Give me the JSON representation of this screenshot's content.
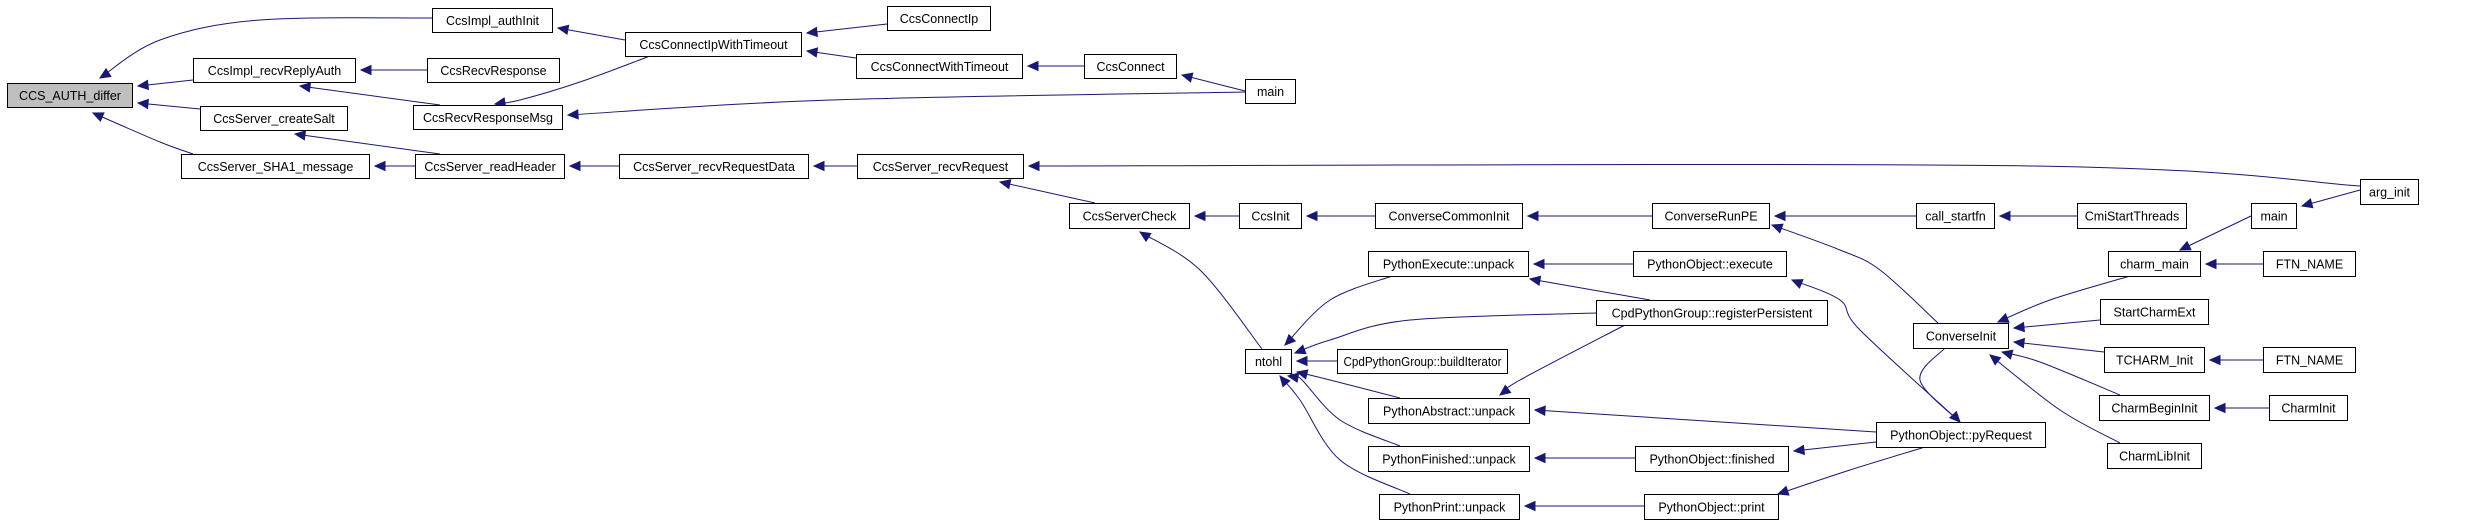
{
  "diagram": {
    "type": "call-graph",
    "root": "CCS_AUTH_differ",
    "colors": {
      "edge": "#191970",
      "root_fill": "#bfbfbf",
      "node_fill": "#ffffff",
      "node_border": "#000000"
    },
    "nodes": [
      {
        "id": "n0",
        "label": "CCS_AUTH_differ",
        "root": true
      },
      {
        "id": "n1",
        "label": "CcsImpl_authInit"
      },
      {
        "id": "n2",
        "label": "CcsImpl_recvReplyAuth"
      },
      {
        "id": "n3",
        "label": "CcsServer_createSalt"
      },
      {
        "id": "n4",
        "label": "CcsServer_SHA1_message"
      },
      {
        "id": "n5",
        "label": "CcsRecvResponse"
      },
      {
        "id": "n6",
        "label": "CcsRecvResponseMsg"
      },
      {
        "id": "n7",
        "label": "CcsServer_readHeader"
      },
      {
        "id": "n8",
        "label": "CcsConnectIpWithTimeout"
      },
      {
        "id": "n9",
        "label": "CcsConnectIp"
      },
      {
        "id": "n10",
        "label": "CcsConnectWithTimeout"
      },
      {
        "id": "n11",
        "label": "CcsConnect"
      },
      {
        "id": "n12",
        "label": "main"
      },
      {
        "id": "n13",
        "label": "CcsServer_recvRequestData"
      },
      {
        "id": "n14",
        "label": "CcsServer_recvRequest"
      },
      {
        "id": "n15",
        "label": "CcsServerCheck"
      },
      {
        "id": "n16",
        "label": "CcsInit"
      },
      {
        "id": "n17",
        "label": "ConverseCommonInit"
      },
      {
        "id": "n18",
        "label": "ConverseRunPE"
      },
      {
        "id": "n19",
        "label": "call_startfn"
      },
      {
        "id": "n20",
        "label": "CmiStartThreads"
      },
      {
        "id": "n21",
        "label": "ntohl"
      },
      {
        "id": "n22",
        "label": "PythonExecute::unpack"
      },
      {
        "id": "n23",
        "label": "PythonObject::execute"
      },
      {
        "id": "n24",
        "label": "CpdPythonGroup::registerPersistent"
      },
      {
        "id": "n25",
        "label": "CpdPythonGroup::buildIterator"
      },
      {
        "id": "n26",
        "label": "PythonAbstract::unpack"
      },
      {
        "id": "n27",
        "label": "PythonFinished::unpack"
      },
      {
        "id": "n28",
        "label": "PythonPrint::unpack"
      },
      {
        "id": "n29",
        "label": "PythonObject::finished"
      },
      {
        "id": "n30",
        "label": "PythonObject::print"
      },
      {
        "id": "n31",
        "label": "PythonObject::pyRequest"
      },
      {
        "id": "n32",
        "label": "ConverseInit"
      },
      {
        "id": "n33",
        "label": "charm_main"
      },
      {
        "id": "n34",
        "label": "main"
      },
      {
        "id": "n35",
        "label": "arg_init"
      },
      {
        "id": "n36",
        "label": "FTN_NAME"
      },
      {
        "id": "n37",
        "label": "StartCharmExt"
      },
      {
        "id": "n38",
        "label": "TCHARM_Init"
      },
      {
        "id": "n39",
        "label": "FTN_NAME"
      },
      {
        "id": "n40",
        "label": "CharmBeginInit"
      },
      {
        "id": "n41",
        "label": "CharmInit"
      },
      {
        "id": "n42",
        "label": "CharmLibInit"
      }
    ],
    "edges": [
      {
        "from": "n1",
        "to": "n0"
      },
      {
        "from": "n2",
        "to": "n0"
      },
      {
        "from": "n3",
        "to": "n0"
      },
      {
        "from": "n4",
        "to": "n0"
      },
      {
        "from": "n8",
        "to": "n1"
      },
      {
        "from": "n5",
        "to": "n2"
      },
      {
        "from": "n6",
        "to": "n2"
      },
      {
        "from": "n7",
        "to": "n3"
      },
      {
        "from": "n7",
        "to": "n4"
      },
      {
        "from": "n8",
        "to": "n6"
      },
      {
        "from": "n12",
        "to": "n6"
      },
      {
        "from": "n9",
        "to": "n8"
      },
      {
        "from": "n10",
        "to": "n8"
      },
      {
        "from": "n11",
        "to": "n10"
      },
      {
        "from": "n12",
        "to": "n11"
      },
      {
        "from": "n13",
        "to": "n7"
      },
      {
        "from": "n14",
        "to": "n13"
      },
      {
        "from": "n35",
        "to": "n14"
      },
      {
        "from": "n15",
        "to": "n14"
      },
      {
        "from": "n16",
        "to": "n15"
      },
      {
        "from": "n21",
        "to": "n15"
      },
      {
        "from": "n17",
        "to": "n16"
      },
      {
        "from": "n18",
        "to": "n17"
      },
      {
        "from": "n19",
        "to": "n18"
      },
      {
        "from": "n32",
        "to": "n18"
      },
      {
        "from": "n20",
        "to": "n19"
      },
      {
        "from": "n22",
        "to": "n21"
      },
      {
        "from": "n24",
        "to": "n21"
      },
      {
        "from": "n25",
        "to": "n21"
      },
      {
        "from": "n26",
        "to": "n21"
      },
      {
        "from": "n27",
        "to": "n21"
      },
      {
        "from": "n28",
        "to": "n21"
      },
      {
        "from": "n23",
        "to": "n22"
      },
      {
        "from": "n24",
        "to": "n22"
      },
      {
        "from": "n31",
        "to": "n23"
      },
      {
        "from": "n24",
        "to": "n26"
      },
      {
        "from": "n31",
        "to": "n26"
      },
      {
        "from": "n29",
        "to": "n27"
      },
      {
        "from": "n30",
        "to": "n28"
      },
      {
        "from": "n31",
        "to": "n29"
      },
      {
        "from": "n31",
        "to": "n30"
      },
      {
        "from": "n32",
        "to": "n31"
      },
      {
        "from": "n33",
        "to": "n32"
      },
      {
        "from": "n37",
        "to": "n32"
      },
      {
        "from": "n38",
        "to": "n32"
      },
      {
        "from": "n40",
        "to": "n32"
      },
      {
        "from": "n42",
        "to": "n32"
      },
      {
        "from": "n34",
        "to": "n33"
      },
      {
        "from": "n36",
        "to": "n33"
      },
      {
        "from": "n35",
        "to": "n34"
      },
      {
        "from": "n39",
        "to": "n38"
      },
      {
        "from": "n41",
        "to": "n40"
      }
    ]
  }
}
